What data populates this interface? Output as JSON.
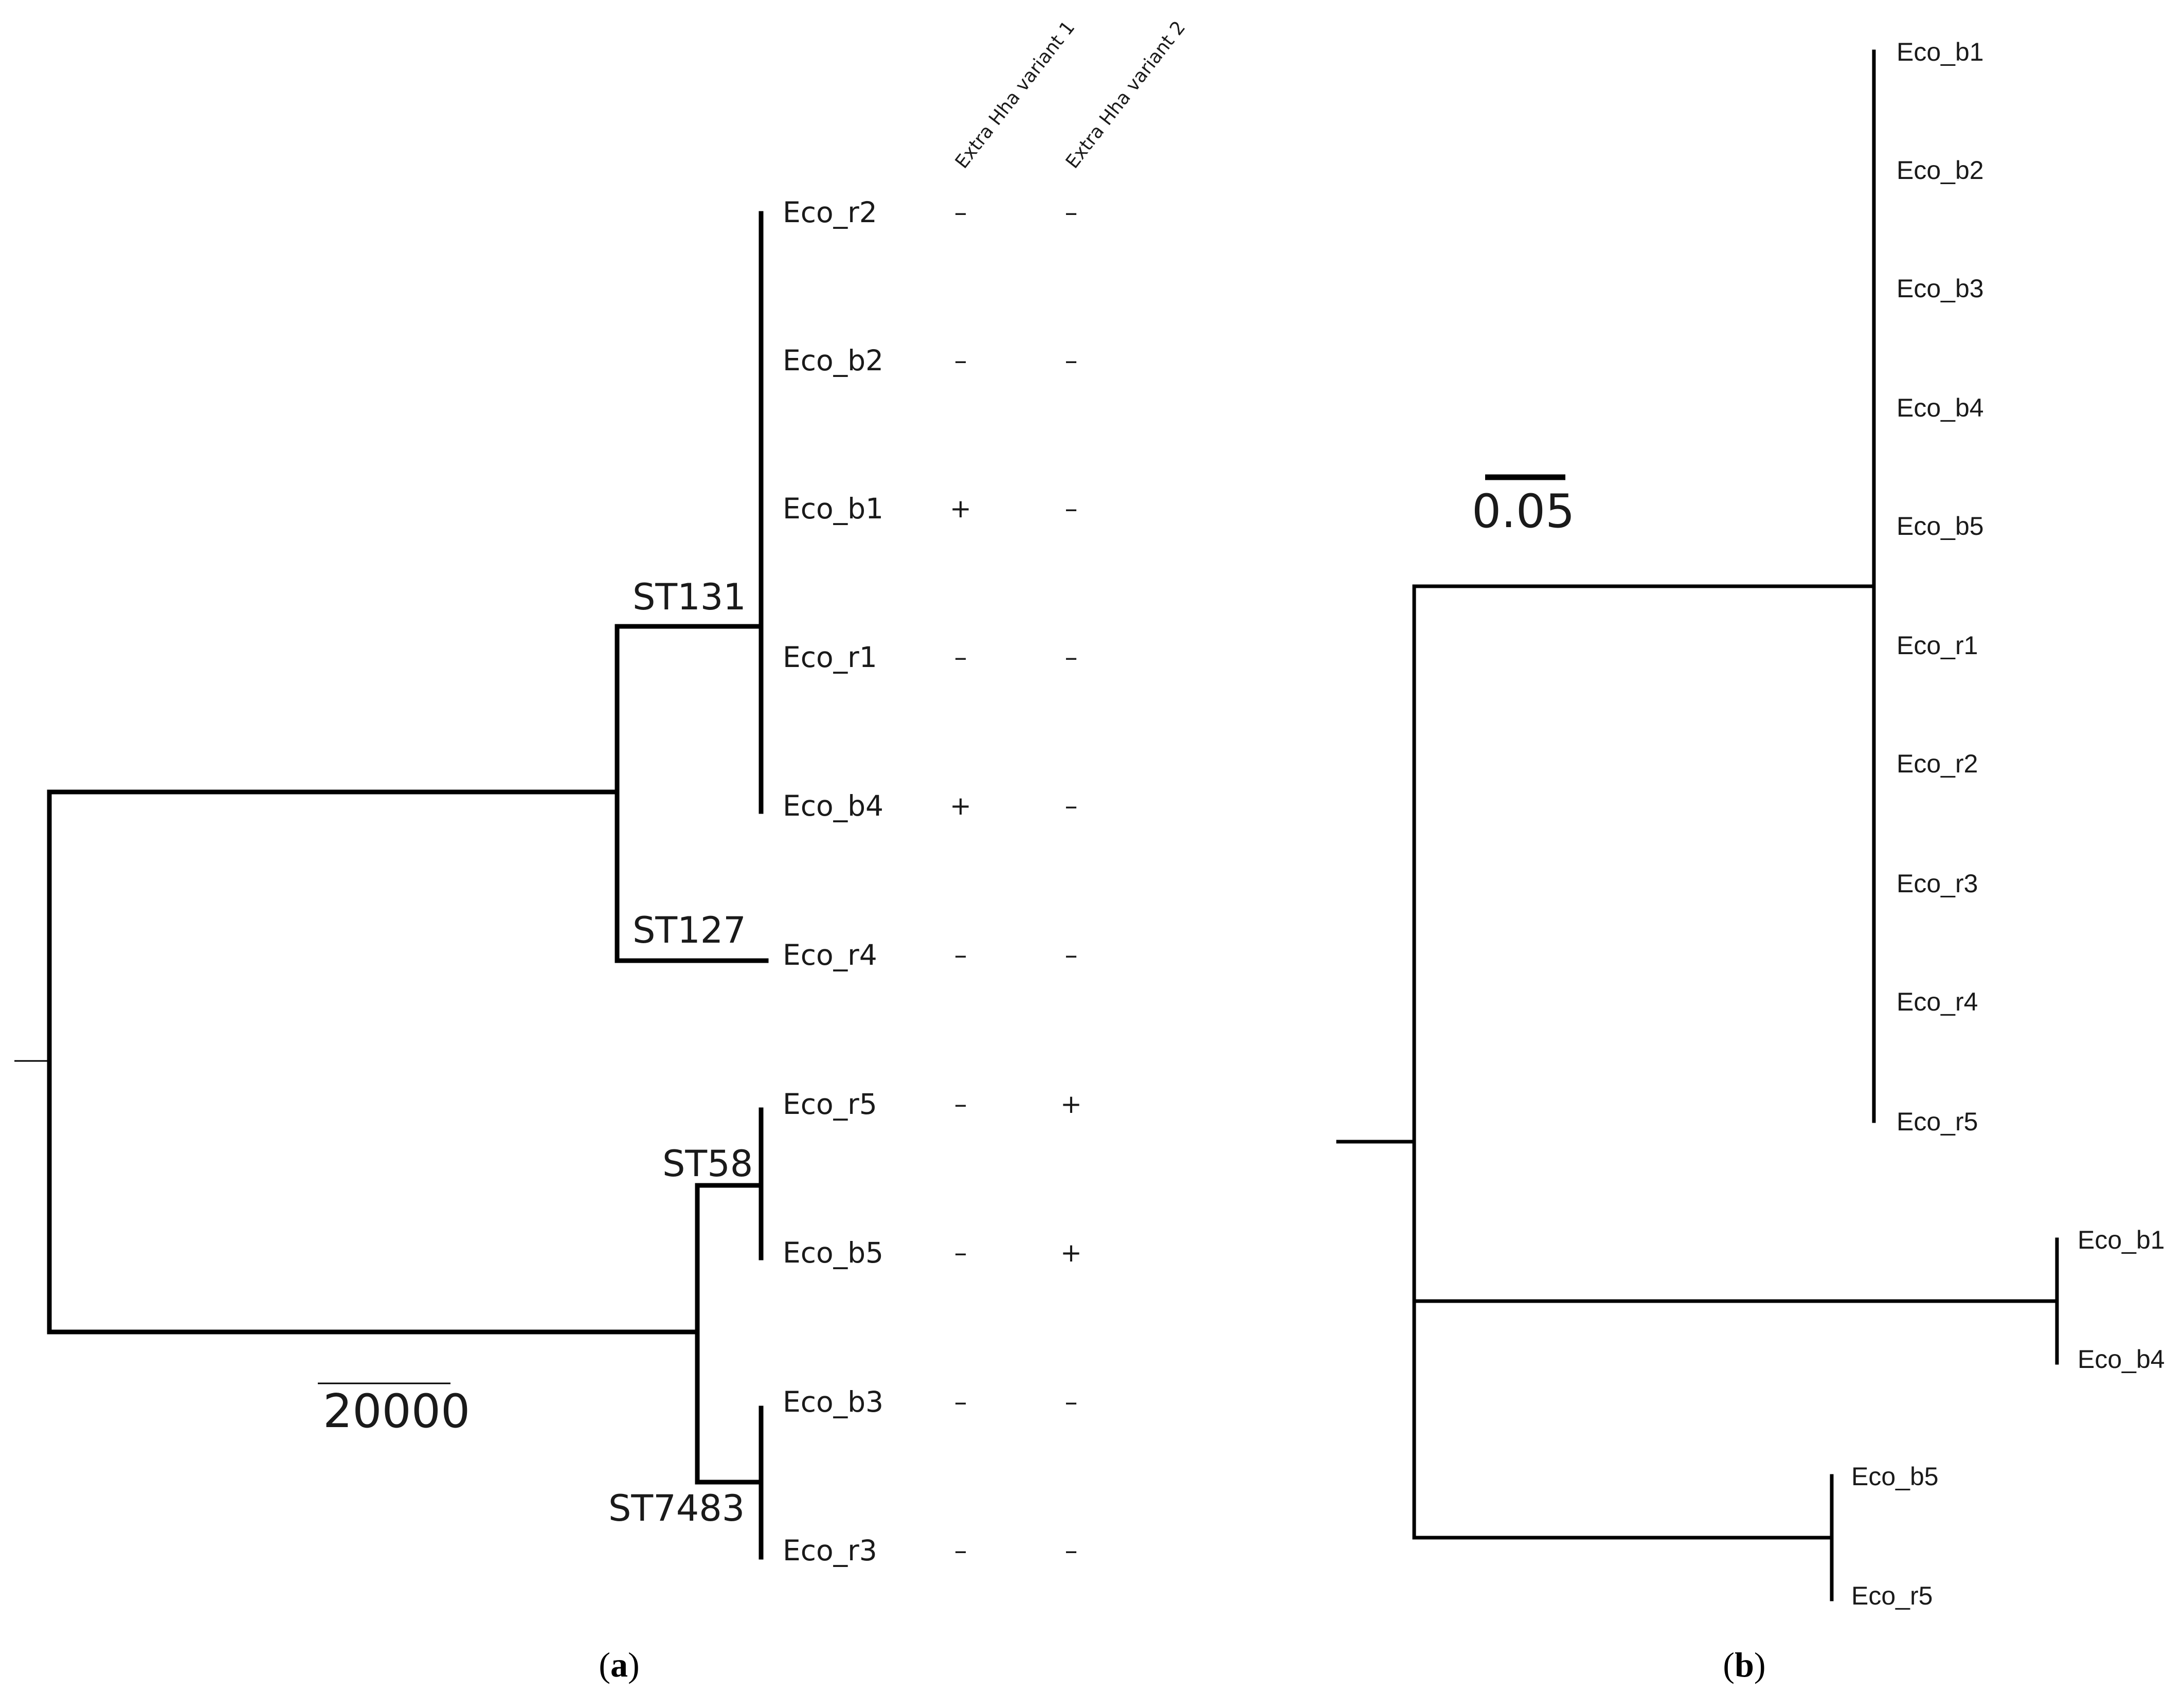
{
  "panel_a": {
    "label_open": "(",
    "label_letter": "a",
    "label_close": ")",
    "column_headers": [
      "Extra Hha variant 1",
      "Extra Hha variant 2"
    ],
    "rows": [
      {
        "tip": "Eco_r2",
        "v1": "–",
        "v2": "–"
      },
      {
        "tip": "Eco_b2",
        "v1": "–",
        "v2": "–"
      },
      {
        "tip": "Eco_b1",
        "v1": "+",
        "v2": "–"
      },
      {
        "tip": "Eco_r1",
        "v1": "–",
        "v2": "–"
      },
      {
        "tip": "Eco_b4",
        "v1": "+",
        "v2": "–"
      },
      {
        "tip": "Eco_r4",
        "v1": "–",
        "v2": "–"
      },
      {
        "tip": "Eco_r5",
        "v1": "–",
        "v2": "+"
      },
      {
        "tip": "Eco_b5",
        "v1": "–",
        "v2": "+"
      },
      {
        "tip": "Eco_b3",
        "v1": "–",
        "v2": "–"
      },
      {
        "tip": "Eco_r3",
        "v1": "–",
        "v2": "–"
      }
    ],
    "clades": [
      "ST131",
      "ST127",
      "ST58",
      "ST7483"
    ],
    "scale_label": "20000"
  },
  "panel_b": {
    "label_open": "(",
    "label_letter": "b",
    "label_close": ")",
    "clade1_tips": [
      "Eco_b1",
      "Eco_b2",
      "Eco_b3",
      "Eco_b4",
      "Eco_b5",
      "Eco_r1",
      "Eco_r2",
      "Eco_r3",
      "Eco_r4",
      "Eco_r5"
    ],
    "clade2_tips": [
      "Eco_b1",
      "Eco_b4"
    ],
    "clade3_tips": [
      "Eco_b5",
      "Eco_r5"
    ],
    "scale_label": "0.05"
  }
}
